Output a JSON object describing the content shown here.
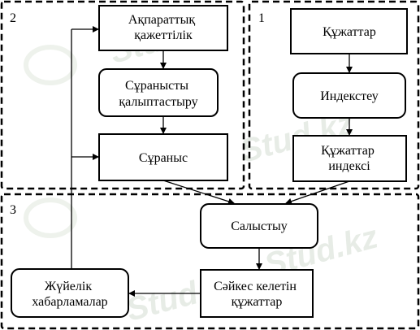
{
  "regions": {
    "r2": "2",
    "r1": "1",
    "r3": "3"
  },
  "nodes": {
    "info_need": [
      "Ақпараттық",
      "қажеттілік"
    ],
    "query_form": [
      "Сұранысты",
      "қалыптастыру"
    ],
    "query": [
      "Сұраныс"
    ],
    "docs": [
      "Құжаттар"
    ],
    "indexing": [
      "Индекстеу"
    ],
    "doc_index": [
      "Құжаттар",
      "индексі"
    ],
    "compare": [
      "Салыстыу"
    ],
    "matching_docs": [
      "Сәйкес келетін",
      "құжаттар"
    ],
    "sys_messages": [
      "Жүйелік",
      "хабарламалар"
    ]
  },
  "watermark": "Stud.kz"
}
